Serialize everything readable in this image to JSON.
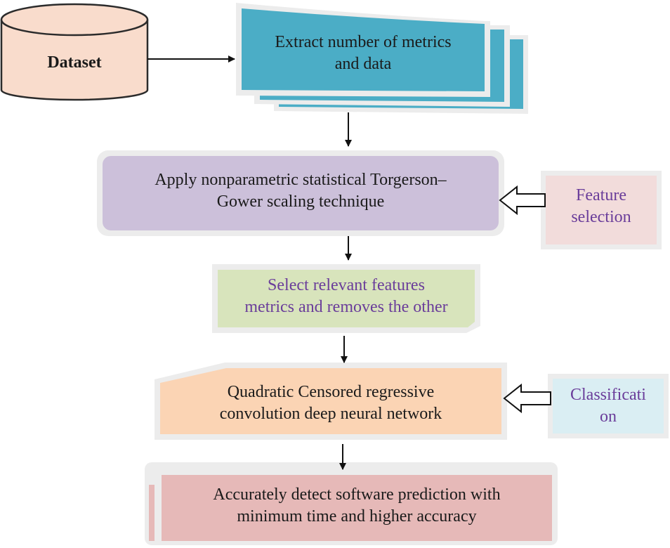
{
  "nodes": {
    "dataset": {
      "lines": [
        "Dataset"
      ]
    },
    "extract": {
      "lines": [
        "Extract number of metrics",
        "and data"
      ]
    },
    "torgerson": {
      "lines": [
        "Apply nonparametric statistical Torgerson–",
        "Gower scaling technique"
      ]
    },
    "feature_selection": {
      "lines": [
        "Feature",
        "selection"
      ]
    },
    "select": {
      "lines": [
        "Select relevant features",
        "metrics and removes the other"
      ]
    },
    "qcrcdnn": {
      "lines": [
        "Quadratic Censored regressive",
        "convolution deep neural network"
      ]
    },
    "classification": {
      "lines": [
        "Classificati",
        "on"
      ]
    },
    "detect": {
      "lines": [
        "Accurately detect software prediction with",
        "minimum time and higher accuracy"
      ]
    }
  },
  "colors": {
    "dataset_fill": "#f9dccc",
    "extract_fill": "#4badc6",
    "torgerson_fill": "#ccc0da",
    "feature_fill": "#f2dcdb",
    "select_fill": "#d8e4bc",
    "qcrcdnn_fill": "#fbd4b4",
    "classification_fill": "#daeef3",
    "detect_fill": "#e6b9b8",
    "label_purple": "#6a3d9a"
  }
}
